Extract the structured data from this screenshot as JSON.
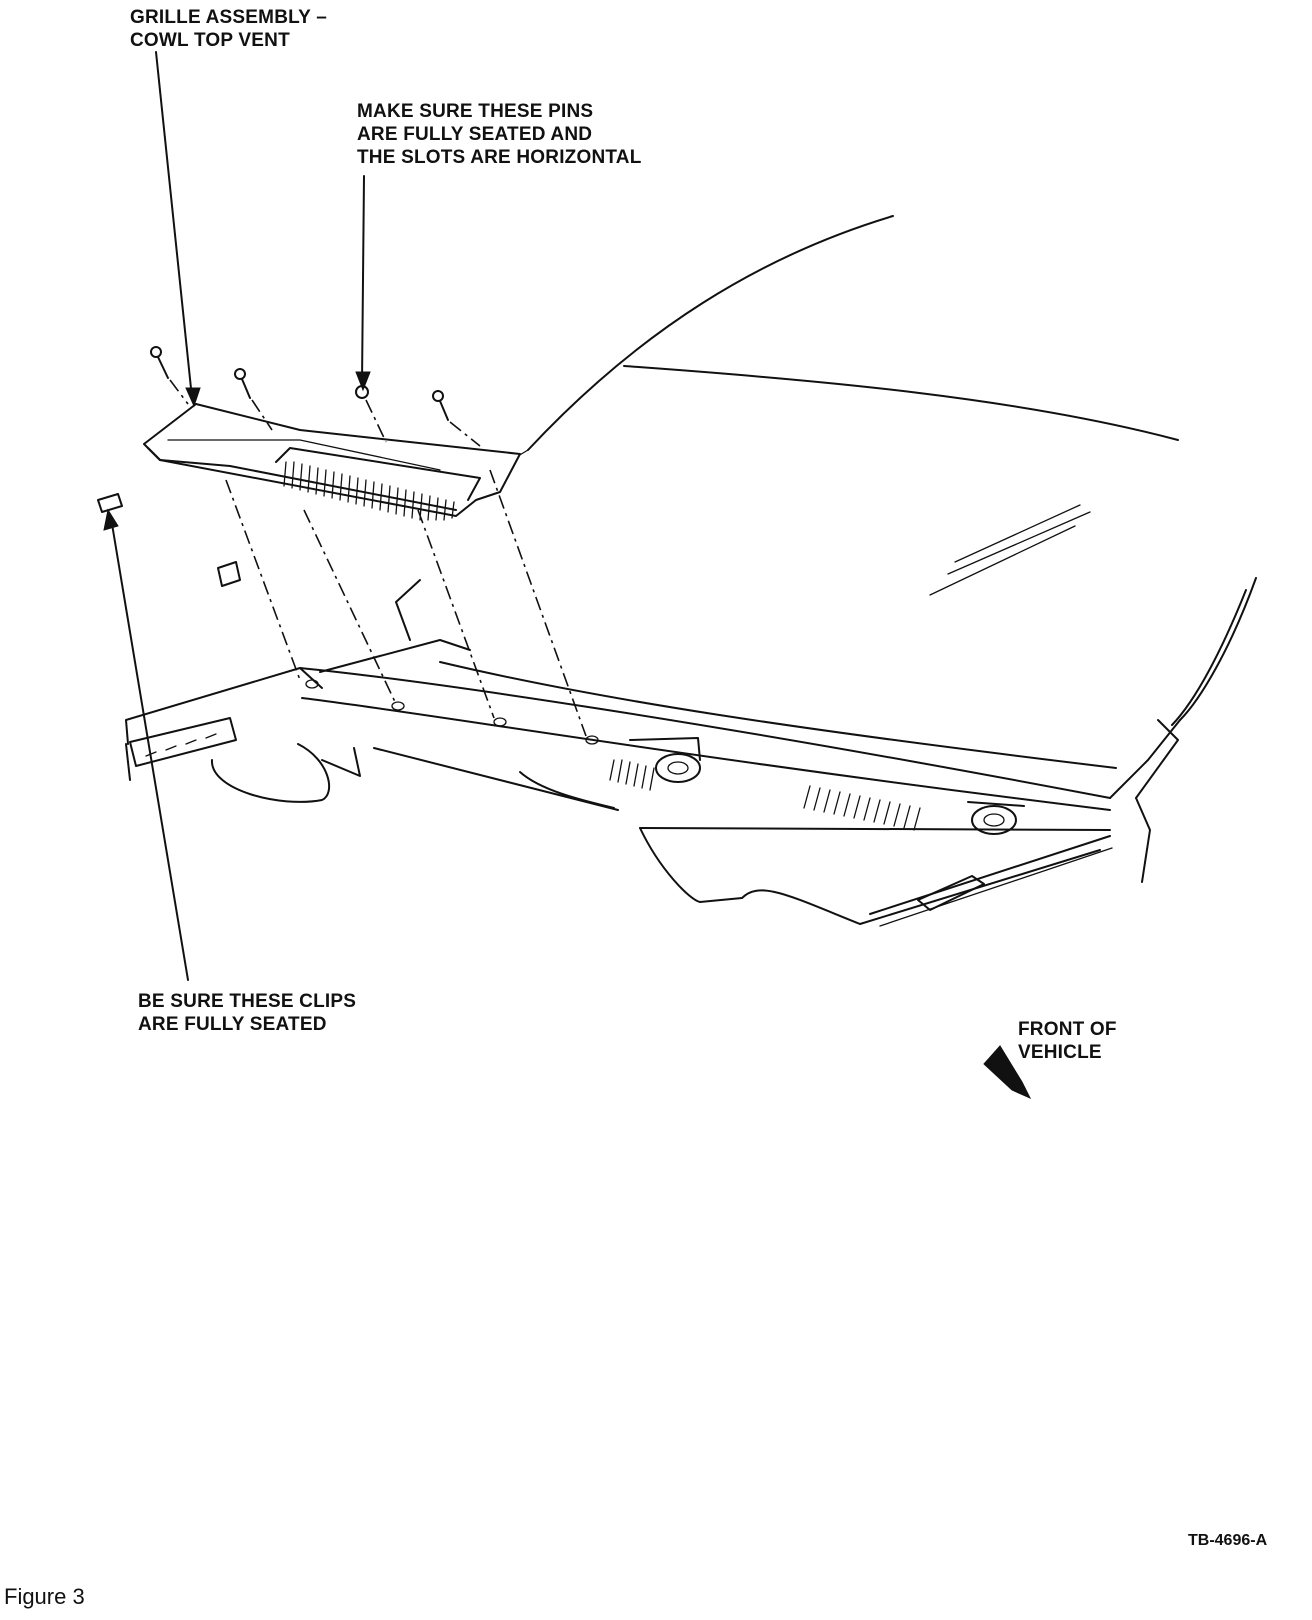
{
  "callouts": {
    "grille_assembly": [
      "GRILLE ASSEMBLY –",
      "COWL TOP VENT"
    ],
    "pins": [
      "MAKE SURE THESE PINS",
      "ARE FULLY SEATED AND",
      "THE SLOTS ARE HORIZONTAL"
    ],
    "clips": [
      "BE SURE THESE CLIPS",
      "ARE FULLY SEATED"
    ],
    "front_of_vehicle": [
      "FRONT OF",
      "VEHICLE"
    ]
  },
  "reference_code": "TB-4696-A",
  "figure_caption": "Figure 3"
}
